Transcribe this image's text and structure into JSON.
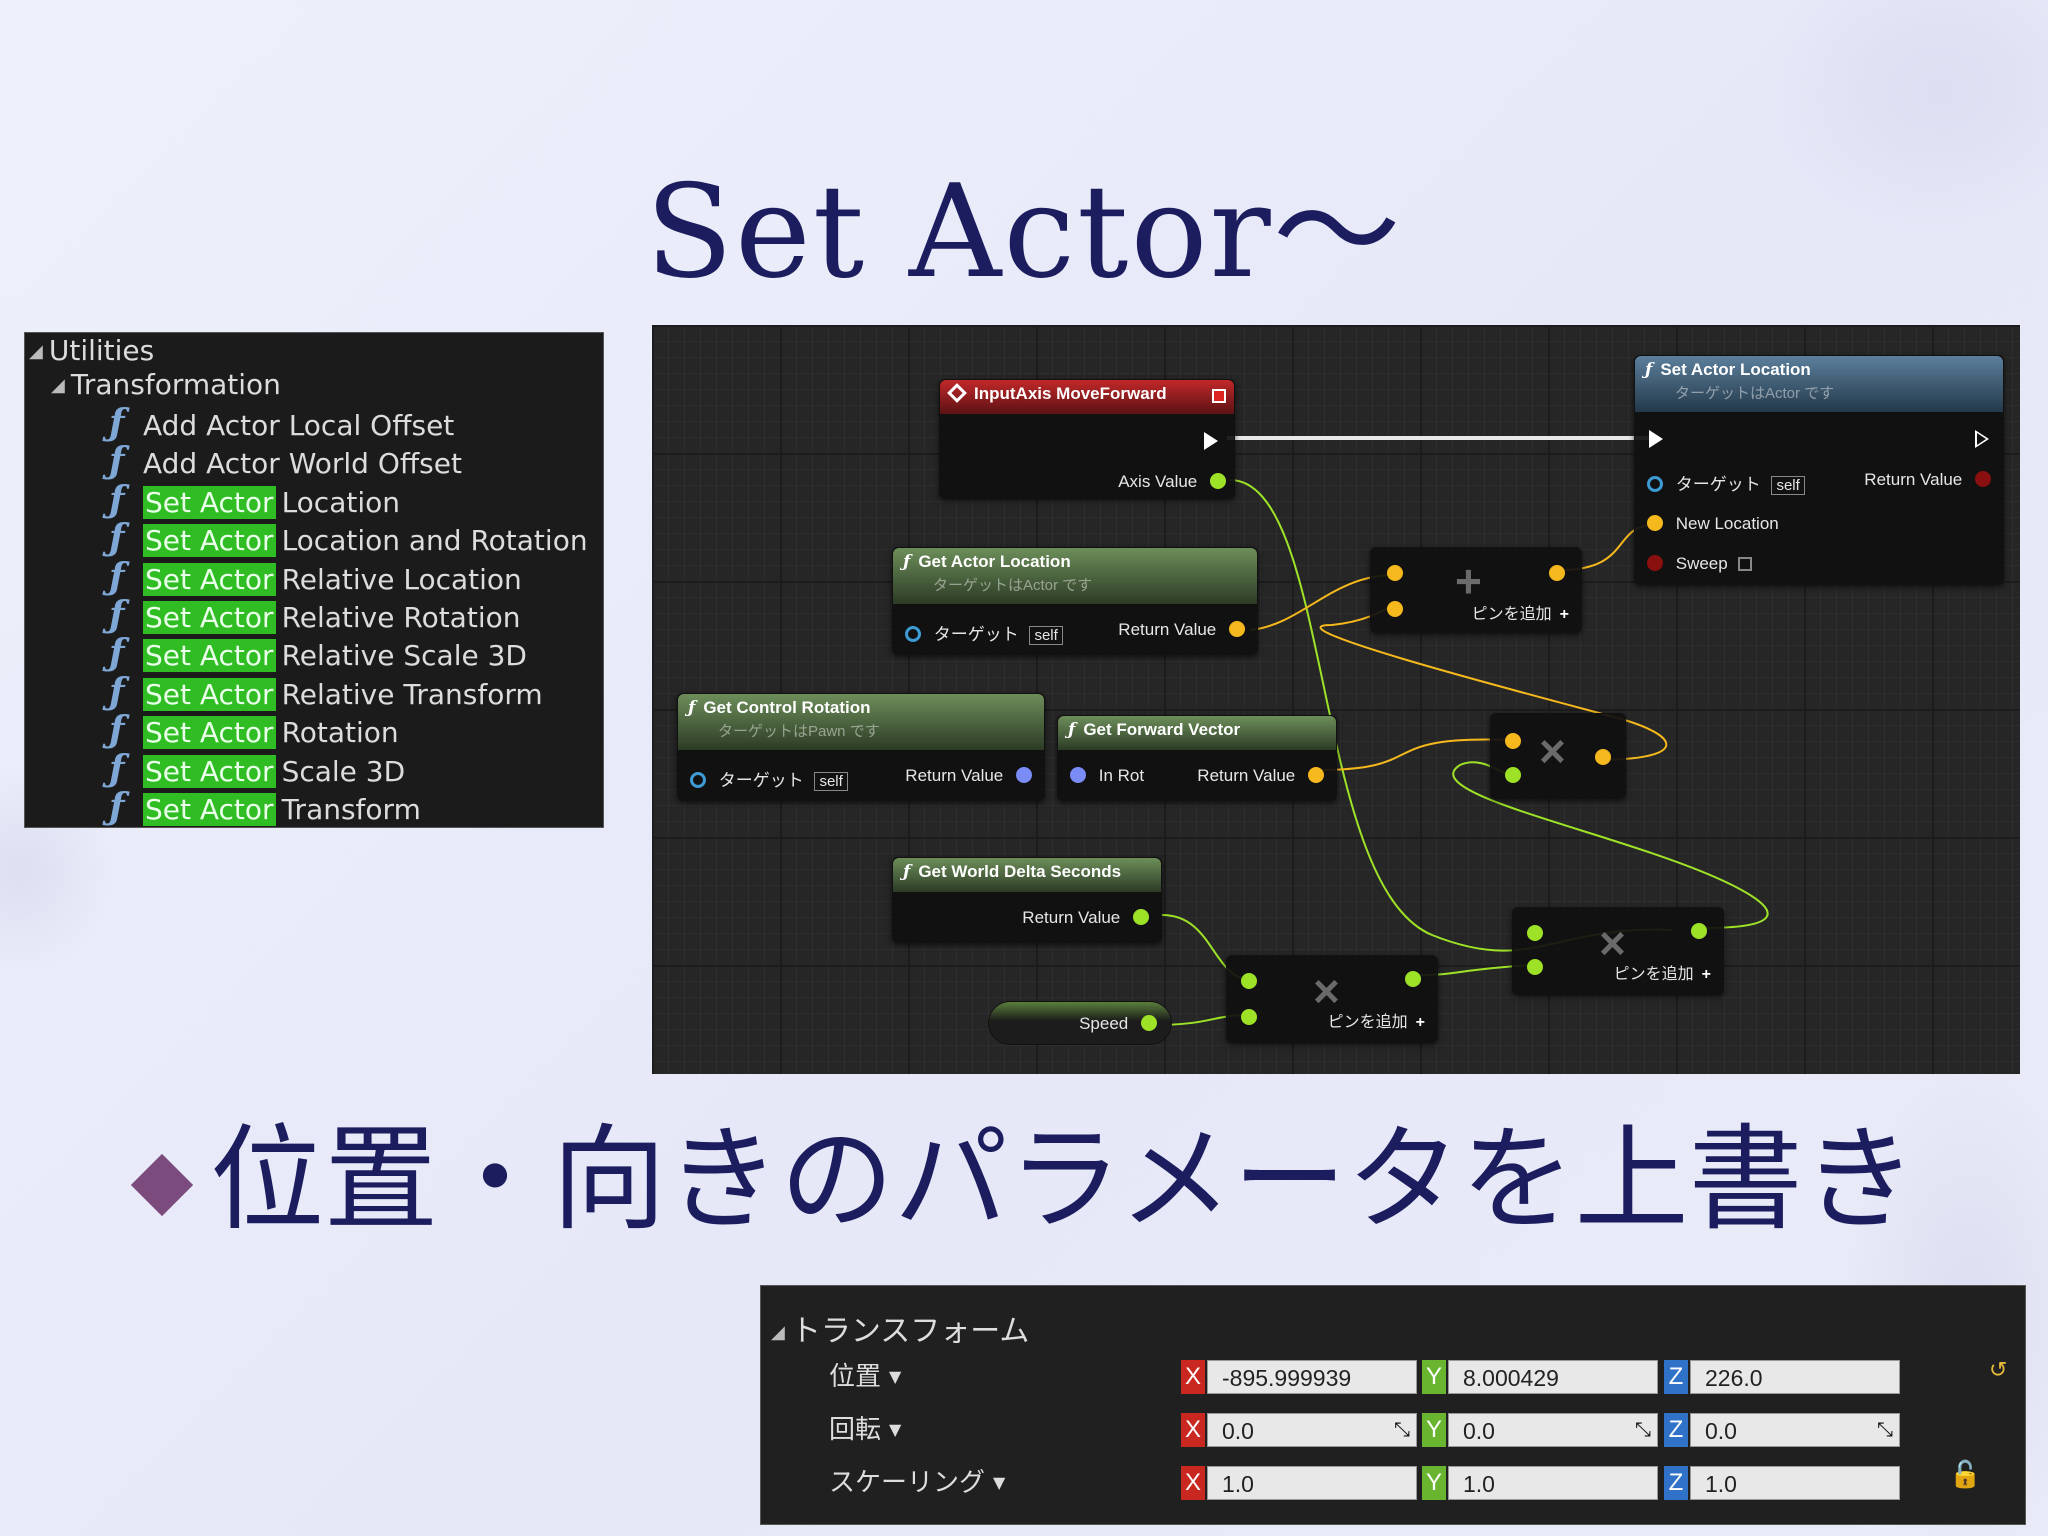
{
  "slide": {
    "title": "Set Actor〜",
    "bullet": "位置・向きのパラメータを上書き"
  },
  "utilities": {
    "root": "Utilities",
    "group": "Transformation",
    "items": [
      {
        "prefix": "",
        "label": "Add Actor Local Offset"
      },
      {
        "prefix": "",
        "label": "Add Actor World Offset"
      },
      {
        "prefix": "Set Actor",
        "label": "Location"
      },
      {
        "prefix": "Set Actor",
        "label": "Location and Rotation"
      },
      {
        "prefix": "Set Actor",
        "label": "Relative Location"
      },
      {
        "prefix": "Set Actor",
        "label": "Relative Rotation"
      },
      {
        "prefix": "Set Actor",
        "label": "Relative Scale 3D"
      },
      {
        "prefix": "Set Actor",
        "label": "Relative Transform"
      },
      {
        "prefix": "Set Actor",
        "label": "Rotation"
      },
      {
        "prefix": "Set Actor",
        "label": "Scale 3D"
      },
      {
        "prefix": "Set Actor",
        "label": "Transform"
      }
    ]
  },
  "graph": {
    "input_axis": {
      "title": "InputAxis MoveForward",
      "axis_value": "Axis Value"
    },
    "set_actor_location": {
      "title": "Set Actor Location",
      "subtitle": "ターゲットはActor です",
      "target": "ターゲット",
      "self": "self",
      "return_value": "Return Value",
      "new_location": "New Location",
      "sweep": "Sweep"
    },
    "get_actor_location": {
      "title": "Get Actor Location",
      "subtitle": "ターゲットはActor です",
      "target": "ターゲット",
      "self": "self",
      "return_value": "Return Value"
    },
    "get_control_rotation": {
      "title": "Get Control Rotation",
      "subtitle": "ターゲットはPawn です",
      "target": "ターゲット",
      "self": "self",
      "return_value": "Return Value"
    },
    "get_forward_vector": {
      "title": "Get Forward Vector",
      "in_rot": "In Rot",
      "return_value": "Return Value"
    },
    "get_world_delta_seconds": {
      "title": "Get World Delta Seconds",
      "return_value": "Return Value"
    },
    "speed_var": "Speed",
    "add_pin_label": "ピンを追加",
    "add_pin_plus": "+",
    "op_add": "+",
    "op_mul": "×"
  },
  "transform": {
    "header": "トランスフォーム",
    "rows": [
      {
        "label": "位置",
        "x": "-895.999939",
        "y": "8.000429",
        "z": "226.0"
      },
      {
        "label": "回転",
        "x": "0.0",
        "y": "0.0",
        "z": "0.0"
      },
      {
        "label": "スケーリング",
        "x": "1.0",
        "y": "1.0",
        "z": "1.0"
      }
    ],
    "axis_x": "X",
    "axis_y": "Y",
    "axis_z": "Z"
  },
  "colors": {
    "title": "#1c1d5e",
    "highlight": "#2fbd23",
    "exec_wire": "#ffffff",
    "float_wire": "#9ee228",
    "vector_wire": "#f5b81d"
  }
}
